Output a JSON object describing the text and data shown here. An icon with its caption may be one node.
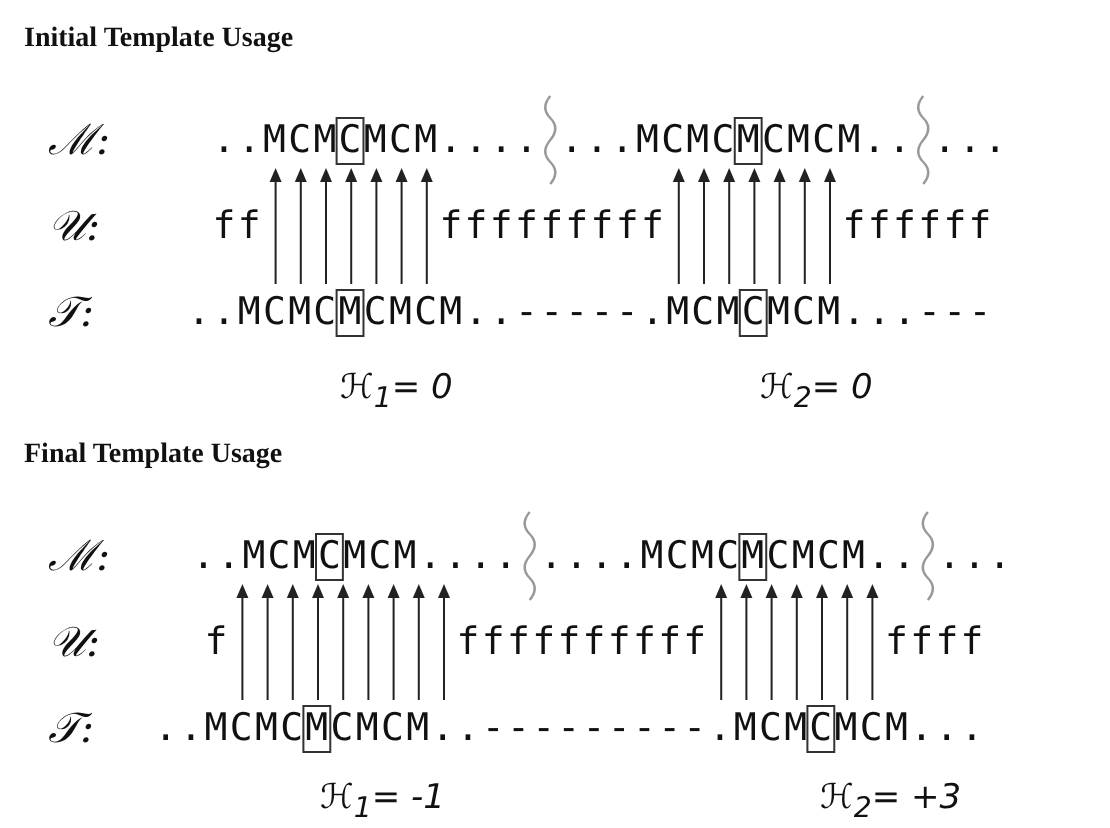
{
  "diagram": {
    "labels": [
      "Initial Template Usage",
      "ℳ:",
      "..MCMCMCM....",
      "...MCMCMCMCM..",
      "...",
      "𝒰:",
      "ff",
      "fffffffff",
      "ffffff",
      "𝒯:",
      "..MCMCMCMCM..-----.MCMCMCM...---",
      "ℋ$_{1}$= 0",
      "ℋ$_{2}$= 0",
      "Final Template Usage",
      "ℳ:",
      "..MCMCMCM....",
      "....MCMCMCMCM..",
      "...",
      "𝒰:",
      "f",
      "ffffffffff",
      "ffff",
      "𝒯:",
      "..MCMCMCMCM..---------.MCMCMCM...",
      "ℋ$_{1}$= -1",
      "ℋ$_{2}$= +3"
    ]
  }
}
